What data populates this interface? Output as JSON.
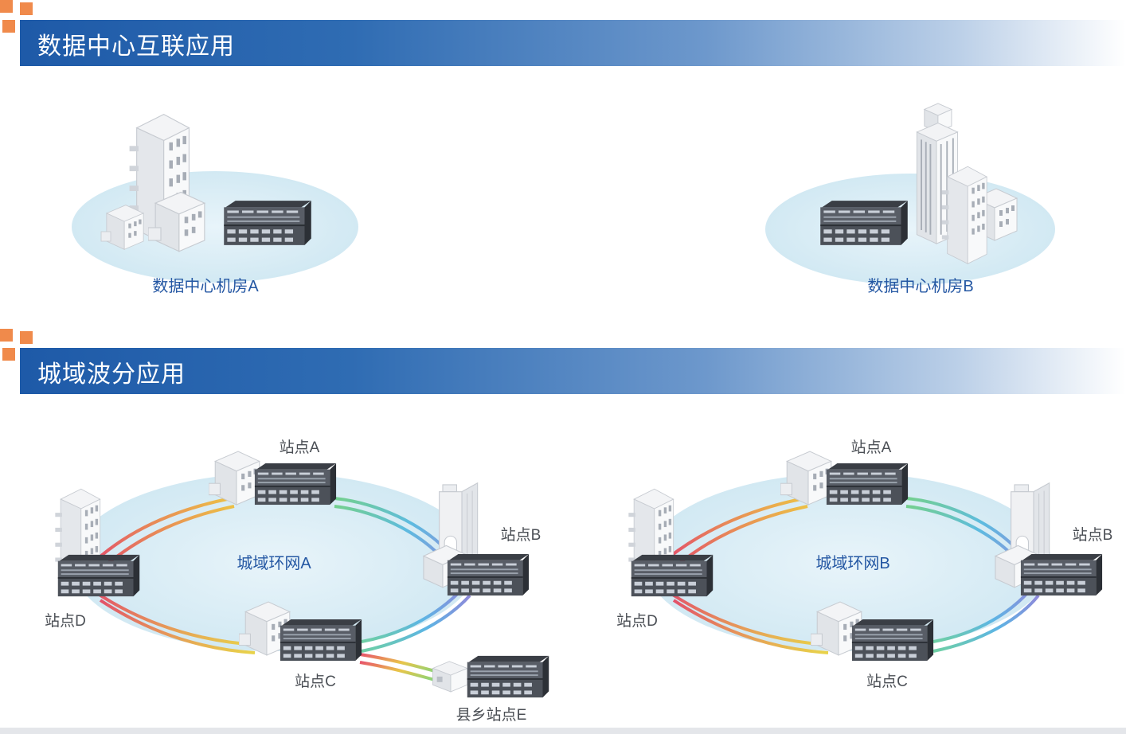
{
  "sections": [
    {
      "title": "数据中心互联应用"
    },
    {
      "title": "城域波分应用"
    }
  ],
  "dci": {
    "site_a": "数据中心机房A",
    "site_b": "数据中心机房B"
  },
  "metro": {
    "ring_a": {
      "name": "城域环网A",
      "sites": {
        "a": "站点A",
        "b": "站点B",
        "c": "站点C",
        "d": "站点D"
      },
      "extra": "县乡站点E"
    },
    "ring_b": {
      "name": "城域环网B",
      "sites": {
        "a": "站点A",
        "b": "站点B",
        "c": "站点C",
        "d": "站点D"
      }
    }
  },
  "colors": {
    "accent": "#f08a4b",
    "banner": "#1e5aa8",
    "label_blue": "#2457a3",
    "zone": "#dceef6"
  }
}
